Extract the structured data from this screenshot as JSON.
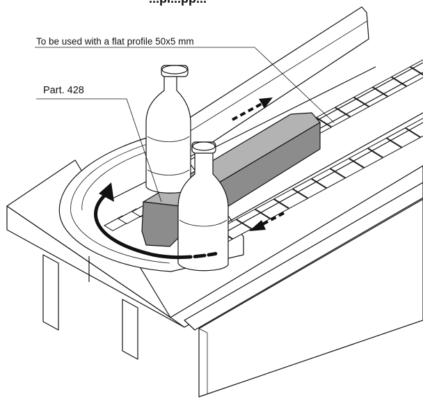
{
  "title_fragment": "...pl...pp...",
  "labels": {
    "profile_note": "To be used with a flat profile 50x5 mm",
    "part": "Part. 428"
  },
  "colors": {
    "line": "#111111",
    "guide_fill": "#8c8c8c",
    "guide_top": "#b3b3b3",
    "background": "#ffffff"
  }
}
